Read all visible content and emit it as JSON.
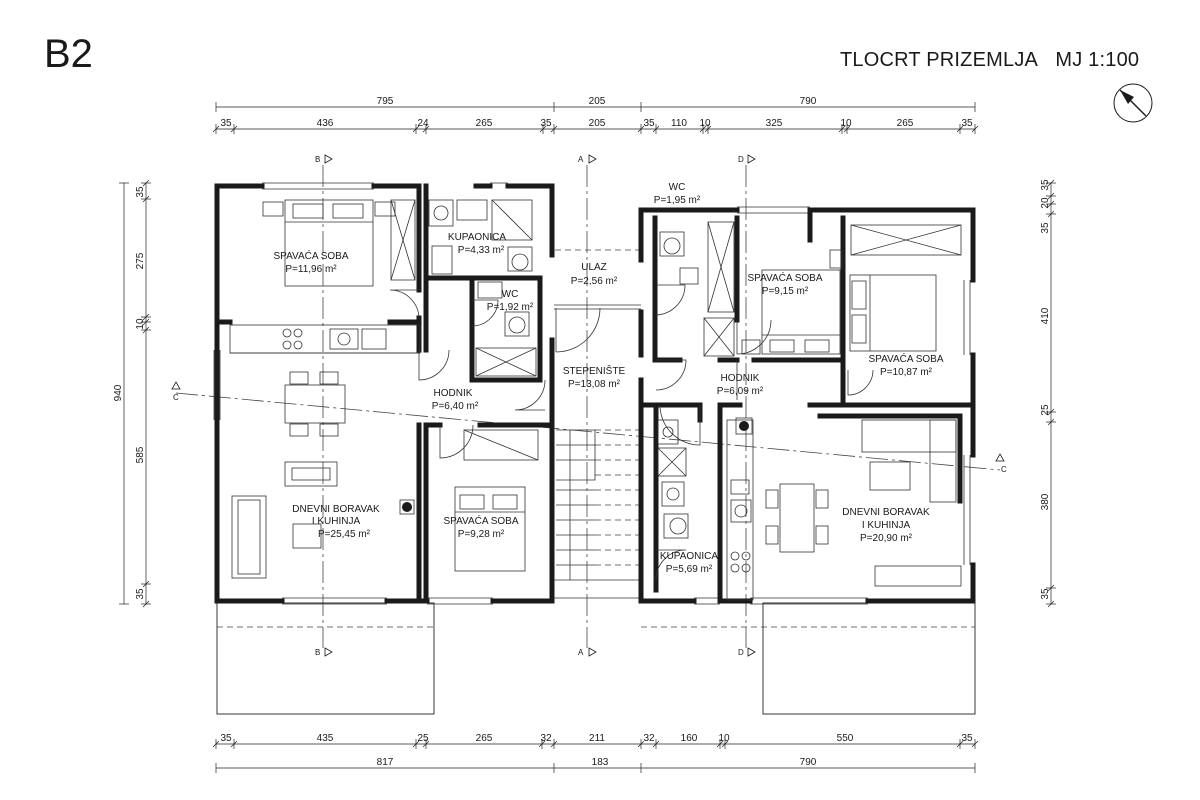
{
  "header": {
    "plan_code": "B2",
    "title": "TLOCRT PRIZEMLJA",
    "scale": "MJ 1:100"
  },
  "rooms": [
    {
      "name": "SPAVAĆA SOBA",
      "area": "P=11,96 m²"
    },
    {
      "name": "KUPAONICA",
      "area": "P=4,33 m²"
    },
    {
      "name": "WC",
      "area": "P=1,92 m²"
    },
    {
      "name": "ULAZ",
      "area": "P=2,56 m²"
    },
    {
      "name": "STEPENIŠTE",
      "area": "P=13,08 m²"
    },
    {
      "name": "HODNIK",
      "area": "P=6,40 m²"
    },
    {
      "name": "DNEVNI BORAVAK",
      "name2": "I KUHINJA",
      "area": "P=25,45 m²"
    },
    {
      "name": "SPAVAĆA SOBA",
      "area": "P=9,28 m²"
    },
    {
      "name": "WC",
      "area": "P=1,95 m²"
    },
    {
      "name": "SPAVAĆA SOBA",
      "area": "P=9,15 m²"
    },
    {
      "name": "SPAVAĆA SOBA",
      "area": "P=10,87 m²"
    },
    {
      "name": "HODNIK",
      "area": "P=6,09 m²"
    },
    {
      "name": "DNEVNI BORAVAK",
      "name2": "I KUHINJA",
      "area": "P=20,90 m²"
    },
    {
      "name": "KUPAONICA",
      "area": "P=5,69 m²"
    }
  ],
  "dimensions": {
    "top_overall": [
      "795",
      "205",
      "790"
    ],
    "top_detail": [
      "35",
      "436",
      "24",
      "265",
      "35",
      "205",
      "35",
      "110",
      "10",
      "325",
      "10",
      "265",
      "35"
    ],
    "bottom_detail": [
      "35",
      "435",
      "25",
      "265",
      "32",
      "211",
      "32",
      "160",
      "10",
      "550",
      "35"
    ],
    "bottom_overall": [
      "817",
      "183",
      "790"
    ],
    "left_overall": [
      "940"
    ],
    "left_detail": [
      "35",
      "275",
      "10",
      "585",
      "35"
    ],
    "right_detail": [
      "35",
      "20",
      "35",
      "410",
      "25",
      "380",
      "35"
    ]
  },
  "sections": {
    "B": "B",
    "A": "A",
    "D": "D",
    "C": "C"
  },
  "north_arrow": "compass-north-arrow"
}
